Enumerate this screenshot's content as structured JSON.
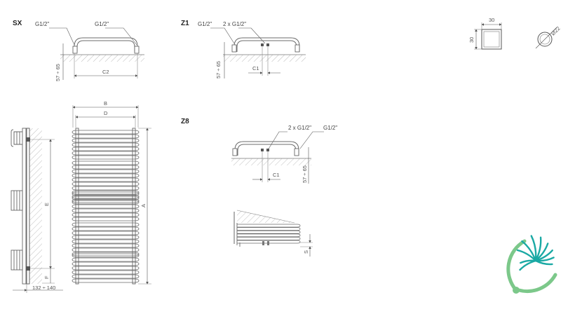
{
  "views": {
    "sx": {
      "title": "SX",
      "conn_left": "G1/2\"",
      "conn_right": "G1/2\"",
      "height_range": "57 ÷ 65",
      "spacing": "C2"
    },
    "z1": {
      "title": "Z1",
      "conn_left": "G1/2\"",
      "conn_double": "2 x G1/2\"",
      "height_range": "57 ÷ 65",
      "spacing": "C1"
    },
    "z8": {
      "title": "Z8",
      "conn_double": "2 x G1/2\"",
      "conn_right": "G1/2\"",
      "height_range": "57 ÷ 65",
      "spacing": "C1"
    },
    "profiles": {
      "square_w": "30",
      "square_h": "30",
      "round_d": "Ø22"
    },
    "front": {
      "label_b": "B",
      "label_d": "D",
      "label_a": "A"
    },
    "side": {
      "label_e": "E",
      "label_f": "F",
      "depth": "132 ÷ 140"
    },
    "shelf": {
      "label_s": "S"
    }
  },
  "colors": {
    "line": "#6b6b6b",
    "logo_teal": "#1aa9a4",
    "logo_green": "#7cc88a"
  }
}
